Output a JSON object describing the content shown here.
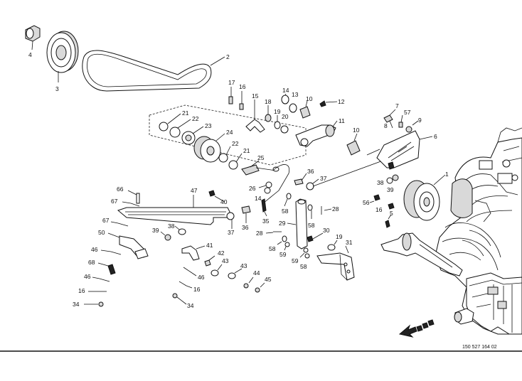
{
  "drawing_number": "150 527 164 02",
  "callouts": [
    {
      "id": "c4",
      "label": "4"
    },
    {
      "id": "c3",
      "label": "3"
    },
    {
      "id": "c2",
      "label": "2"
    },
    {
      "id": "c17",
      "label": "17"
    },
    {
      "id": "c16a",
      "label": "16"
    },
    {
      "id": "c15",
      "label": "15"
    },
    {
      "id": "c18",
      "label": "18"
    },
    {
      "id": "c14a",
      "label": "14"
    },
    {
      "id": "c13",
      "label": "13"
    },
    {
      "id": "c19a",
      "label": "19"
    },
    {
      "id": "c20",
      "label": "20"
    },
    {
      "id": "c10a",
      "label": "10"
    },
    {
      "id": "c12",
      "label": "12"
    },
    {
      "id": "c11",
      "label": "11"
    },
    {
      "id": "c21a",
      "label": "21"
    },
    {
      "id": "c22a",
      "label": "22"
    },
    {
      "id": "c23",
      "label": "23"
    },
    {
      "id": "c24",
      "label": "24"
    },
    {
      "id": "c22b",
      "label": "22"
    },
    {
      "id": "c21b",
      "label": "21"
    },
    {
      "id": "c25",
      "label": "25"
    },
    {
      "id": "c26",
      "label": "26"
    },
    {
      "id": "c14b",
      "label": "14"
    },
    {
      "id": "c35",
      "label": "35"
    },
    {
      "id": "c36a",
      "label": "36"
    },
    {
      "id": "c37a",
      "label": "37"
    },
    {
      "id": "c10b",
      "label": "10"
    },
    {
      "id": "c7",
      "label": "7"
    },
    {
      "id": "c57",
      "label": "57"
    },
    {
      "id": "c9",
      "label": "9"
    },
    {
      "id": "c8",
      "label": "8"
    },
    {
      "id": "c6",
      "label": "6"
    },
    {
      "id": "c1",
      "label": "1"
    },
    {
      "id": "c38a",
      "label": "38"
    },
    {
      "id": "c39a",
      "label": "39"
    },
    {
      "id": "c56",
      "label": "56"
    },
    {
      "id": "c16b",
      "label": "16"
    },
    {
      "id": "c5",
      "label": "5"
    },
    {
      "id": "c66",
      "label": "66"
    },
    {
      "id": "c67a",
      "label": "67"
    },
    {
      "id": "c47",
      "label": "47"
    },
    {
      "id": "c40",
      "label": "40"
    },
    {
      "id": "c37b",
      "label": "37"
    },
    {
      "id": "c36b",
      "label": "36"
    },
    {
      "id": "c67b",
      "label": "67"
    },
    {
      "id": "c50",
      "label": "50"
    },
    {
      "id": "c39b",
      "label": "39"
    },
    {
      "id": "c38b",
      "label": "38"
    },
    {
      "id": "c41",
      "label": "41"
    },
    {
      "id": "c42",
      "label": "42"
    },
    {
      "id": "c46a",
      "label": "46"
    },
    {
      "id": "c68",
      "label": "68"
    },
    {
      "id": "c46b",
      "label": "46"
    },
    {
      "id": "c16c",
      "label": "16"
    },
    {
      "id": "c34a",
      "label": "34"
    },
    {
      "id": "c43a",
      "label": "43"
    },
    {
      "id": "c43b",
      "label": "43"
    },
    {
      "id": "c46c",
      "label": "46"
    },
    {
      "id": "c16d",
      "label": "16"
    },
    {
      "id": "c34b",
      "label": "34"
    },
    {
      "id": "c44",
      "label": "44"
    },
    {
      "id": "c45",
      "label": "45"
    },
    {
      "id": "c58a",
      "label": "58"
    },
    {
      "id": "c28a",
      "label": "28"
    },
    {
      "id": "c29",
      "label": "29"
    },
    {
      "id": "c58b",
      "label": "58"
    },
    {
      "id": "c28b",
      "label": "28"
    },
    {
      "id": "c58c",
      "label": "58"
    },
    {
      "id": "c59a",
      "label": "59"
    },
    {
      "id": "c30",
      "label": "30"
    },
    {
      "id": "c19b",
      "label": "19"
    },
    {
      "id": "c31",
      "label": "31"
    },
    {
      "id": "c59b",
      "label": "59"
    },
    {
      "id": "c58d",
      "label": "58"
    }
  ]
}
